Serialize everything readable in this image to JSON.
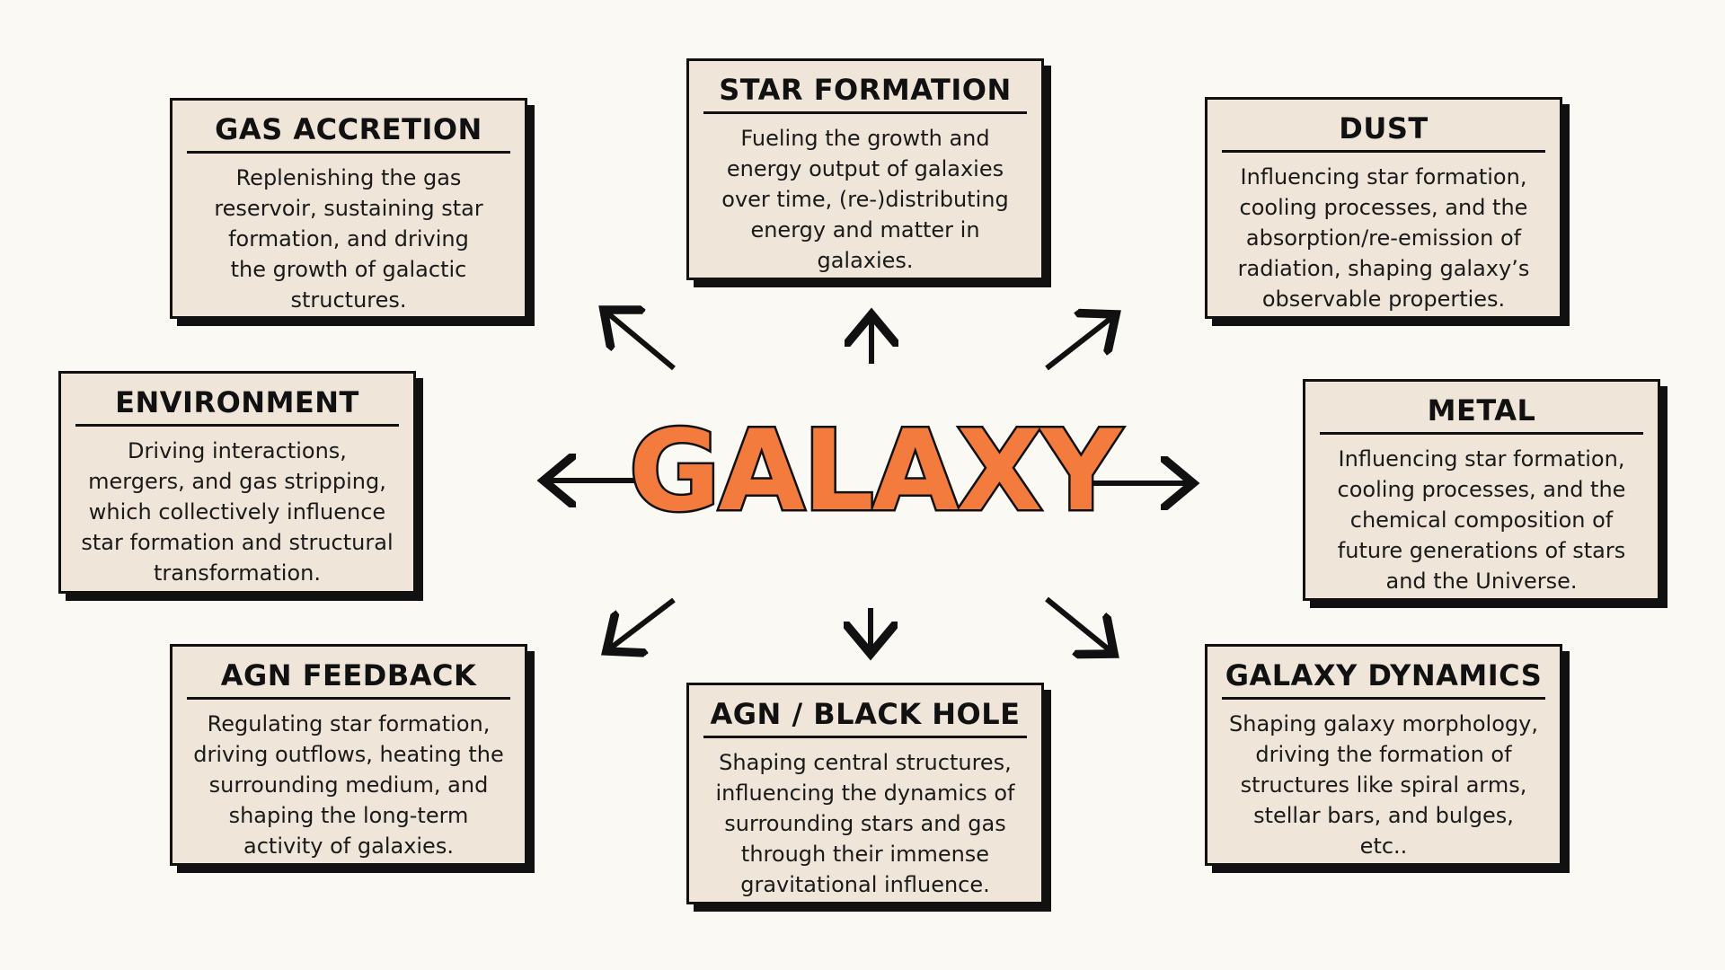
{
  "center": {
    "title": "GALAXY",
    "accent_color": "#f47b3e"
  },
  "cards": {
    "gas_accretion": {
      "title": "GAS ACCRETION",
      "text": "Replenishing the gas reservoir, sustaining star formation, and driving the growth of galactic structures."
    },
    "star_formation": {
      "title": "STAR FORMATION",
      "text": "Fueling the growth and energy output of galaxies over time, (re-)distributing energy and matter in galaxies."
    },
    "dust": {
      "title": "DUST",
      "text": "Influencing star formation, cooling processes, and the absorption/re-emission of radiation, shaping galaxy’s observable properties."
    },
    "environment": {
      "title": "ENVIRONMENT",
      "text": "Driving interactions, mergers, and gas stripping, which collectively influence star formation and structural transformation."
    },
    "metal": {
      "title": "METAL",
      "text": "Influencing star formation, cooling processes, and the chemical composition of future generations of stars and the Universe."
    },
    "agn_feedback": {
      "title": "AGN FEEDBACK",
      "text": "Regulating star formation, driving outflows, heating the surrounding medium, and shaping the long-term activity of galaxies."
    },
    "agn_black_hole": {
      "title": "AGN / BLACK HOLE",
      "text": "Shaping central structures, influencing the dynamics of surrounding stars and gas through their immense gravitational influence."
    },
    "galaxy_dynamics": {
      "title": "GALAXY DYNAMICS",
      "text": "Shaping galaxy morphology, driving the formation of structures like spiral arms, stellar bars, and bulges, etc.."
    }
  },
  "colors": {
    "background": "#fbf9f4",
    "card_fill": "#efe5d9",
    "outline": "#111111"
  }
}
